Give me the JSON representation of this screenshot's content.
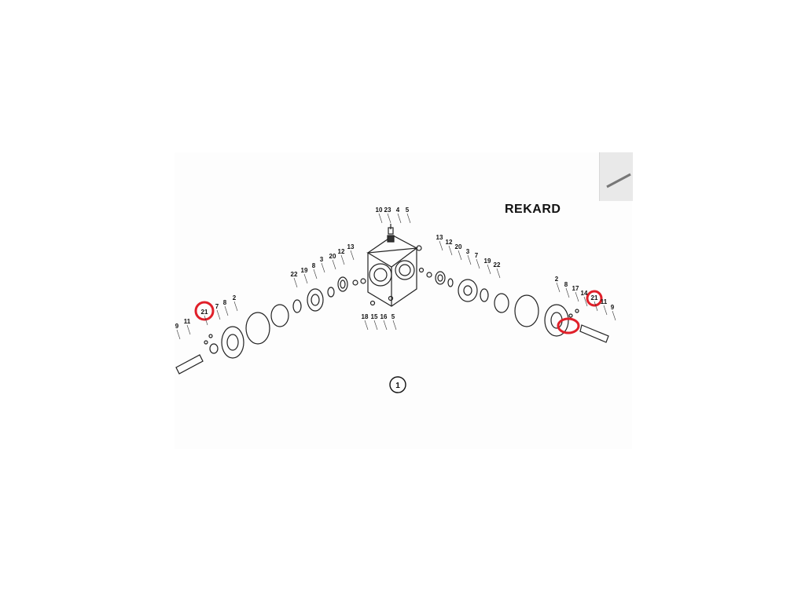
{
  "diagram": {
    "title": "REKARD",
    "figure_number": "1",
    "highlight_color": "#e0202a",
    "highlighted_part": "21",
    "labels": [
      {
        "id": "t-10",
        "text": "10"
      },
      {
        "id": "t-23",
        "text": "23"
      },
      {
        "id": "t-4",
        "text": "4"
      },
      {
        "id": "t-5a",
        "text": "5"
      },
      {
        "id": "t-18",
        "text": "18"
      },
      {
        "id": "t-15",
        "text": "15"
      },
      {
        "id": "t-16",
        "text": "16"
      },
      {
        "id": "t-5b",
        "text": "5"
      },
      {
        "id": "l-13",
        "text": "13"
      },
      {
        "id": "l-12",
        "text": "12"
      },
      {
        "id": "l-20",
        "text": "20"
      },
      {
        "id": "l-3",
        "text": "3"
      },
      {
        "id": "l-8",
        "text": "8"
      },
      {
        "id": "l-19",
        "text": "19"
      },
      {
        "id": "l-22",
        "text": "22"
      },
      {
        "id": "l-2",
        "text": "2"
      },
      {
        "id": "l-8b",
        "text": "8"
      },
      {
        "id": "l-7",
        "text": "7"
      },
      {
        "id": "l-21",
        "text": "21"
      },
      {
        "id": "l-11",
        "text": "11"
      },
      {
        "id": "l-9",
        "text": "9"
      },
      {
        "id": "r-13",
        "text": "13"
      },
      {
        "id": "r-12",
        "text": "12"
      },
      {
        "id": "r-20",
        "text": "20"
      },
      {
        "id": "r-3",
        "text": "3"
      },
      {
        "id": "r-7",
        "text": "7"
      },
      {
        "id": "r-19",
        "text": "19"
      },
      {
        "id": "r-22",
        "text": "22"
      },
      {
        "id": "r-2",
        "text": "2"
      },
      {
        "id": "r-8",
        "text": "8"
      },
      {
        "id": "r-17",
        "text": "17"
      },
      {
        "id": "r-14",
        "text": "14"
      },
      {
        "id": "r-21",
        "text": "21"
      },
      {
        "id": "r-11",
        "text": "11"
      },
      {
        "id": "r-9",
        "text": "9"
      }
    ]
  }
}
